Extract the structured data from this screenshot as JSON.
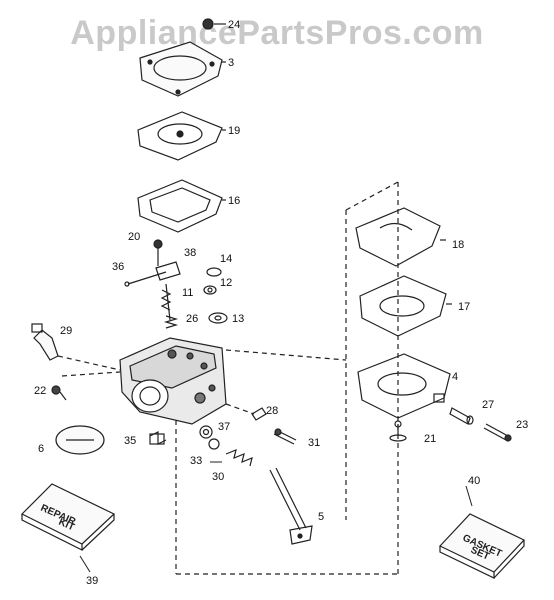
{
  "watermark": "AppliancePartsPros.com",
  "parts": {
    "p24": "24",
    "p3": "3",
    "p19": "19",
    "p16": "16",
    "p20": "20",
    "p38": "38",
    "p36": "36",
    "p14": "14",
    "p12": "12",
    "p11": "11",
    "p26": "26",
    "p13": "13",
    "p29": "29",
    "p22": "22",
    "p6": "6",
    "p35": "35",
    "p37": "37",
    "p33": "33",
    "p30": "30",
    "p28": "28",
    "p31": "31",
    "p5": "5",
    "p18": "18",
    "p17": "17",
    "p4": "4",
    "p27": "27",
    "p23": "23",
    "p21": "21",
    "p40": "40",
    "p39": "39"
  },
  "repair_kit": {
    "line1": "REPAIR",
    "line2": "KIT"
  },
  "gasket_set": {
    "line1": "GASKET",
    "line2": "SET"
  }
}
